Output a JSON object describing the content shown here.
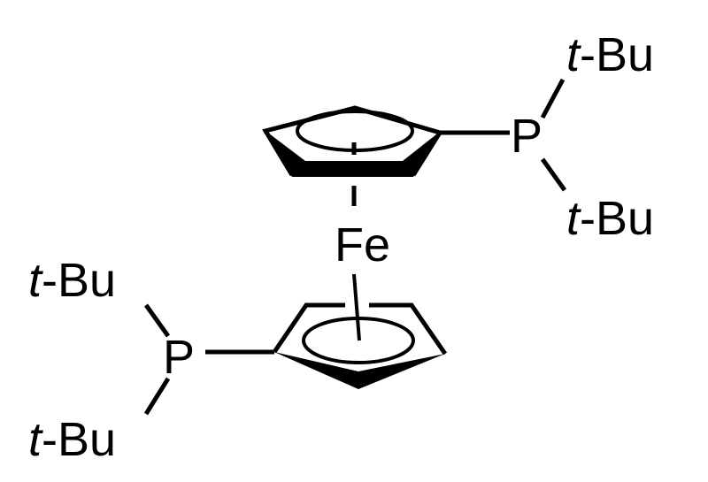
{
  "molecule": {
    "metal": "Fe",
    "phosphorus_top": "P",
    "phosphorus_bottom": "P",
    "substituent_italic": "t",
    "substituent_rest": "-Bu",
    "line_color": "#000000",
    "background": "#ffffff"
  }
}
